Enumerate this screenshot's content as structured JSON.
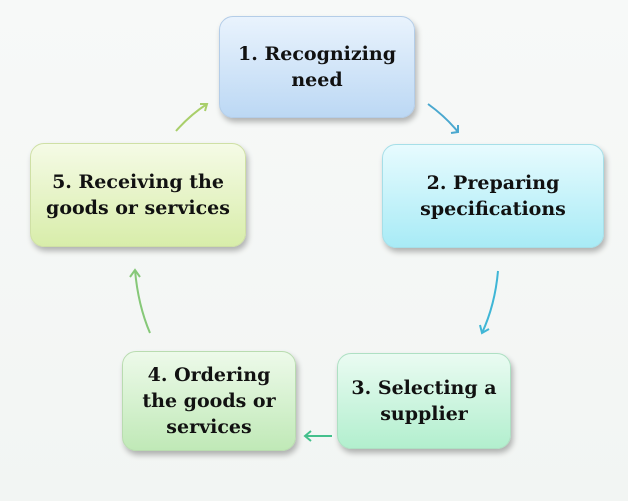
{
  "diagram": {
    "type": "cycle",
    "steps": [
      {
        "line1": "1. Recognizing",
        "line2": "need",
        "line3": ""
      },
      {
        "line1": "2. Preparing",
        "line2": "specifications",
        "line3": ""
      },
      {
        "line1": "3. Selecting a",
        "line2": "supplier",
        "line3": ""
      },
      {
        "line1": "4. Ordering",
        "line2": "the goods or",
        "line3": "services"
      },
      {
        "line1": "5. Receiving the",
        "line2": "goods or services",
        "line3": ""
      }
    ],
    "colors": {
      "step1": "#bcd8f4",
      "step2": "#a8ebf6",
      "step3": "#b2efce",
      "step4": "#c0e9b7",
      "step5": "#d8edaa",
      "arrow1": "#4aa8cf",
      "arrow2": "#3fb6d6",
      "arrow3": "#44c08c",
      "arrow4": "#86c878",
      "arrow5": "#a9cf6a"
    }
  }
}
